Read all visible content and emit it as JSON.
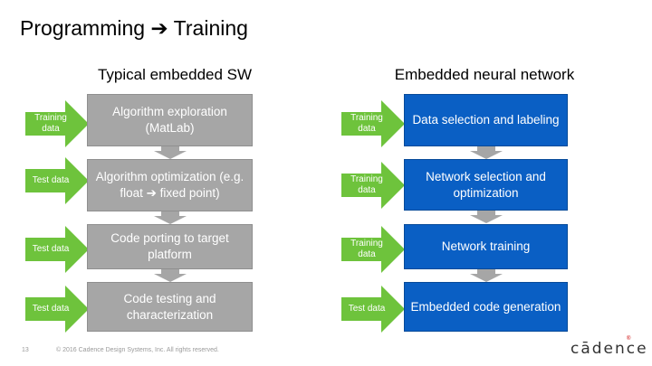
{
  "slide": {
    "title": "Programming ➔ Training",
    "left_heading": "Typical embedded SW",
    "right_heading": "Embedded neural network",
    "page_number": "13",
    "copyright": "© 2016 Cadence Design Systems, Inc. All rights reserved.",
    "logo_text": "cādence",
    "logo_mark": "®"
  },
  "left_steps": [
    {
      "input": "Training data",
      "label": "Algorithm exploration (MatLab)"
    },
    {
      "input": "Test data",
      "label": "Algorithm optimization (e.g. float ➔ fixed point)"
    },
    {
      "input": "Test data",
      "label": "Code porting to target platform"
    },
    {
      "input": "Test data",
      "label": "Code testing and characterization"
    }
  ],
  "right_steps": [
    {
      "input": "Training data",
      "label": "Data selection and labeling"
    },
    {
      "input": "Training data",
      "label": "Network selection and optimization"
    },
    {
      "input": "Training data",
      "label": "Network training"
    },
    {
      "input": "Test data",
      "label": "Embedded code generation"
    }
  ],
  "colors": {
    "input_arrow": "#6ec33c",
    "left_box": "#a6a6a6",
    "right_box": "#0a5fc4",
    "down_arrow": "#a6a6a6"
  }
}
